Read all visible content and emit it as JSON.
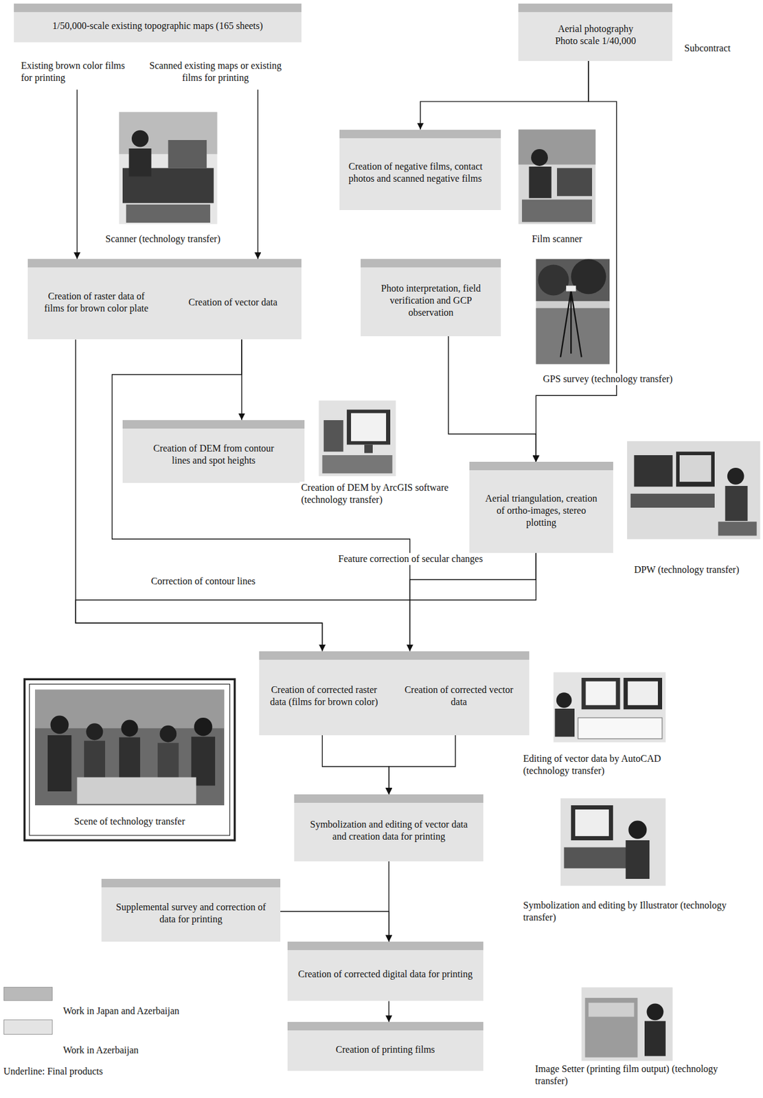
{
  "diagram": {
    "nodes": [
      {
        "text": [
          "1/50,000-scale existing topographic maps (165 sheets)"
        ]
      },
      {
        "text": [
          "Existing brown color films for printing"
        ]
      },
      {
        "text": [
          "Scanned existing maps or existing films for printing"
        ]
      },
      {
        "text": [
          "Aerial photography Photo scale 1/40,000"
        ]
      },
      {
        "text": [
          "Creation of negative films, contact photos and scanned negative films"
        ]
      },
      {
        "text": [
          "Creation of raster data of films for brown color plate"
        ]
      },
      {
        "text": [
          "Creation of vector data"
        ]
      },
      {
        "text": [
          "Photo interpretation, field verification and GCP observation"
        ]
      },
      {
        "text": [
          "Creation of DEM from contour lines and spot heights"
        ]
      },
      {
        "text": [
          "Aerial triangulation, creation of ortho-images, stereo plotting"
        ]
      },
      {
        "text": [
          "Creation of corrected raster data (films for brown color)"
        ]
      },
      {
        "text": [
          "Creation of corrected vector data"
        ]
      },
      {
        "text": [
          "Symbolization and editing of vector data and creation data for printing"
        ]
      },
      {
        "text": [
          "Supplemental survey and correction of data for printing"
        ]
      },
      {
        "text": [
          "Creation of corrected digital data for printing"
        ]
      },
      {
        "text": [
          "Creation of printing films"
        ]
      }
    ],
    "edges": [
      {
        "from": 1,
        "to": 5,
        "arrow": "to"
      },
      {
        "from": 2,
        "to": 6,
        "arrow": "to"
      },
      {
        "from": 3,
        "to": 4,
        "arrow": "to"
      },
      {
        "from": 3,
        "to": 9,
        "arrow": "to"
      },
      {
        "from": 7,
        "to": 9,
        "arrow": "to"
      },
      {
        "from": 6,
        "to": 8,
        "arrow": "to"
      },
      {
        "from": 6,
        "to": 11,
        "arrow": "to"
      },
      {
        "from": 9,
        "to": 11,
        "label": "Feature correction of secular changes",
        "arrow": "to"
      },
      {
        "from": 9,
        "to": 10,
        "label": "Correction of contour lines",
        "arrow": "to"
      },
      {
        "from": 5,
        "to": 10,
        "arrow": "to"
      },
      {
        "from": 10,
        "to": 12,
        "arrow": "to"
      },
      {
        "from": 11,
        "to": 12,
        "arrow": "to"
      },
      {
        "from": 12,
        "to": 14,
        "arrow": "to"
      },
      {
        "from": 13,
        "to": 14,
        "arrow": "to"
      },
      {
        "from": 14,
        "to": 15,
        "arrow": "to"
      }
    ],
    "labels": [
      "Subcontract",
      "Scanner (technology transfer)",
      "Film scanner",
      "GPS survey (technology transfer)",
      "Creation of DEM by ArcGIS software (technology transfer)",
      "DPW (technology transfer)",
      "Editing of vector data by AutoCAD (technology transfer)",
      "Scene of technology transfer",
      "Symbolization and editing by Illustrator (technology transfer)",
      "Image Setter (printing film output) (technology transfer)"
    ],
    "legend": [
      {
        "text": "Work in Japan and Azerbaijan",
        "color": "#b9b9b9"
      },
      {
        "text": "Work in Azerbaijan",
        "color": "#e4e4e4"
      },
      {
        "text": "Underline: Final products"
      }
    ]
  }
}
